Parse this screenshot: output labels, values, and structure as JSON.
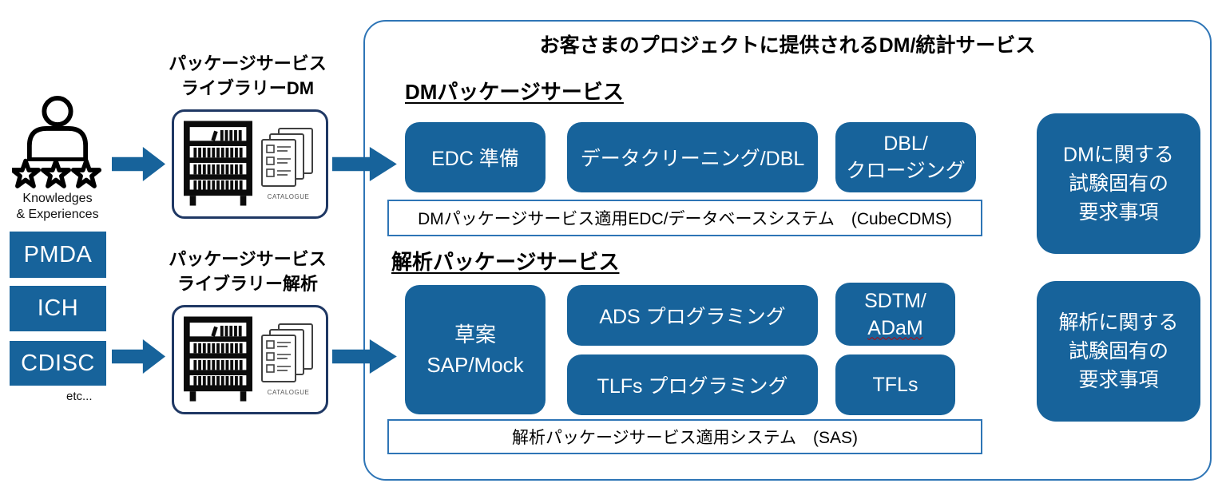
{
  "colors": {
    "box_blue": "#17639B",
    "library_border": "#1F3864",
    "panel_border": "#2E75B6",
    "spellcheck_red": "#C00000"
  },
  "left_column": {
    "caption_line1": "Knowledges",
    "caption_line2": "& Experiences",
    "sources": [
      "PMDA",
      "ICH",
      "CDISC"
    ],
    "etc_label": "etc..."
  },
  "libraries": [
    {
      "title_line1": "パッケージサービス",
      "title_line2": "ライブラリーDM",
      "catalogue_label": "CATALOGUE"
    },
    {
      "title_line1": "パッケージサービス",
      "title_line2": "ライブラリー解析",
      "catalogue_label": "CATALOGUE"
    }
  ],
  "main_panel": {
    "title": "お客さまのプロジェクトに提供されるDM/統計サービス",
    "dm_section": {
      "heading": "DMパッケージサービス",
      "edc_box": "EDC 準備",
      "cleaning_box": "データクリーニング/DBL",
      "dbl_box_line1": "DBL/",
      "dbl_box_line2": "クロージング",
      "system_bar": "DMパッケージサービス適用EDC/データベースシステム　(CubeCDMS)"
    },
    "analysis_section": {
      "heading": "解析パッケージサービス",
      "sap_box_line1": "草案",
      "sap_box_line2": "SAP/Mock",
      "ads_box": "ADS プログラミング",
      "sdtm_box_line1": "SDTM/",
      "sdtm_box_line2": "ADaM",
      "tlfs_box": "TLFs プログラミング",
      "tfls_box": "TFLs",
      "system_bar": "解析パッケージサービス適用システム　(SAS)"
    },
    "requirement_boxes": [
      {
        "line1": "DMに関する",
        "line2": "試験固有の",
        "line3": "要求事項"
      },
      {
        "line1": "解析に関する",
        "line2": "試験固有の",
        "line3": "要求事項"
      }
    ]
  }
}
